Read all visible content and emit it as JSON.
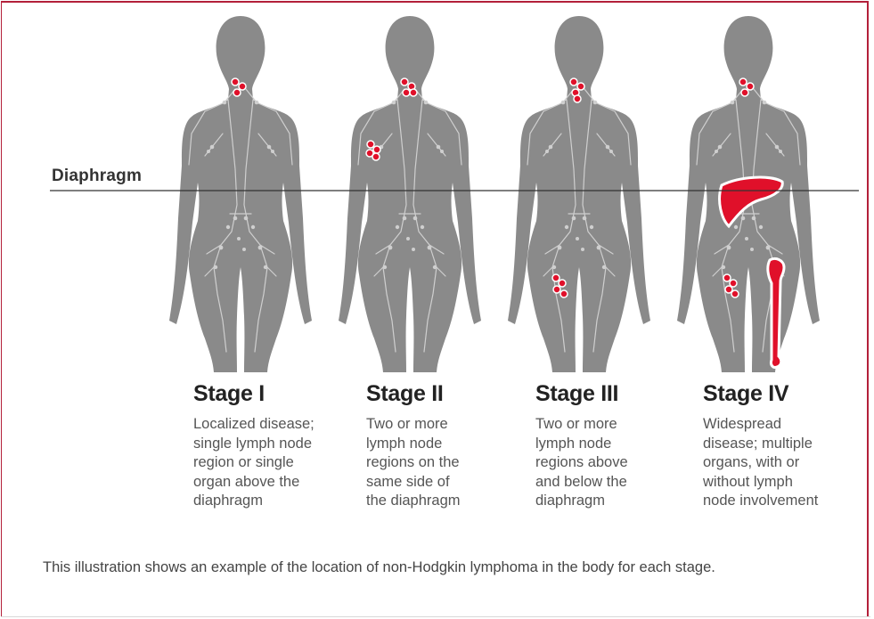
{
  "diaphragm_label": "Diaphragm",
  "stages": [
    {
      "title": "Stage I",
      "description": [
        "Localized disease;",
        "single lymph node",
        "region or single",
        "organ above the",
        "diaphragm"
      ]
    },
    {
      "title": "Stage II",
      "description": [
        "Two or more",
        "lymph node",
        "regions on the",
        "same side of",
        "the diaphragm"
      ]
    },
    {
      "title": "Stage III",
      "description": [
        "Two or more",
        "lymph node",
        "regions above",
        "and below the",
        "diaphragm"
      ]
    },
    {
      "title": "Stage IV",
      "description": [
        "Widespread",
        "disease; multiple",
        "organs, with or",
        "without lymph",
        "node involvement"
      ]
    }
  ],
  "caption": "This illustration shows an example of the location of non-Hodgkin lymphoma in the body for each stage.",
  "colors": {
    "body": "#8a8a8a",
    "lymph": "#cfcfcf",
    "disease": "#e0102a",
    "border": "#b3203a",
    "diaphragm_line": "#333333"
  }
}
